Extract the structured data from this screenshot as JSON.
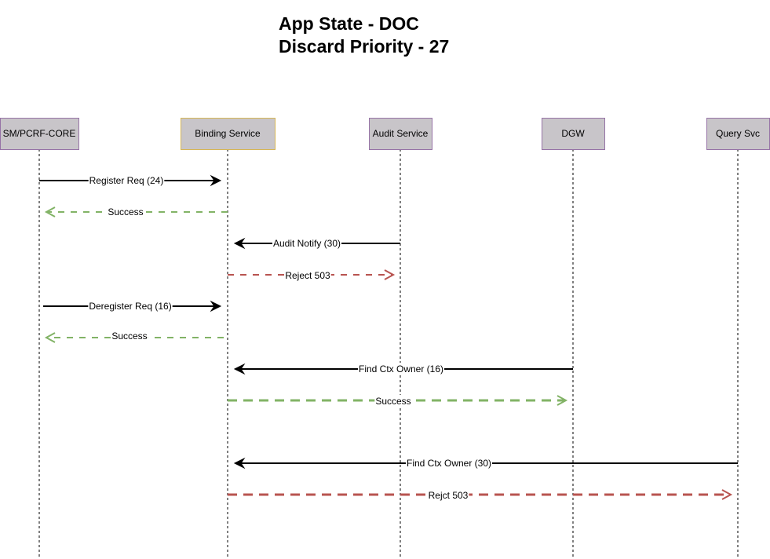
{
  "title": {
    "line1": "App State - DOC",
    "line2": "Discard Priority - 27"
  },
  "colors": {
    "participant_fill": "#c8c5c9",
    "participant_stroke": "#9673a6",
    "participant_stroke_highlight": "#d6b656",
    "solid_arrow": "#000000",
    "success_arrow": "#82b366",
    "reject_arrow": "#b85450"
  },
  "participants": [
    {
      "label": "SM/PCRF-CORE",
      "highlight": false
    },
    {
      "label": "Binding Service",
      "highlight": true
    },
    {
      "label": "Audit Service",
      "highlight": false
    },
    {
      "label": "DGW",
      "highlight": false
    },
    {
      "label": "Query Svc",
      "highlight": false
    }
  ],
  "messages": [
    {
      "from": 0,
      "to": 1,
      "label": "Register Req (24)",
      "style": "solid"
    },
    {
      "from": 1,
      "to": 0,
      "label": "Success",
      "style": "success"
    },
    {
      "from": 2,
      "to": 1,
      "label": "Audit Notify (30)",
      "style": "solid"
    },
    {
      "from": 1,
      "to": 2,
      "label": "Reject 503",
      "style": "reject"
    },
    {
      "from": 0,
      "to": 1,
      "label": "Deregister Req (16)",
      "style": "solid"
    },
    {
      "from": 1,
      "to": 0,
      "label": "Success",
      "style": "success"
    },
    {
      "from": 3,
      "to": 1,
      "label": "Find Ctx Owner (16)",
      "style": "solid"
    },
    {
      "from": 1,
      "to": 3,
      "label": "Success",
      "style": "success"
    },
    {
      "from": 4,
      "to": 1,
      "label": "Find Ctx Owner (30)",
      "style": "solid"
    },
    {
      "from": 1,
      "to": 4,
      "label": "Rejct 503",
      "style": "reject"
    }
  ]
}
